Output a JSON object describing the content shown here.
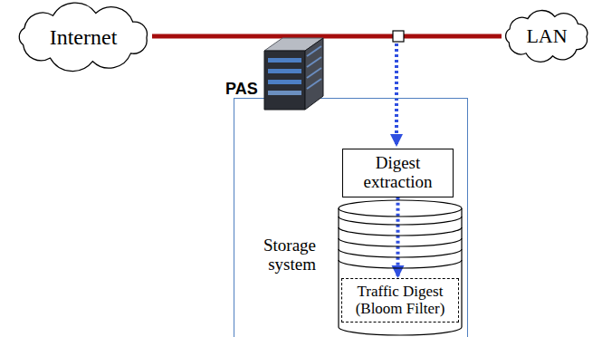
{
  "diagram": {
    "nodes": [
      {
        "text": [
          "Internet"
        ]
      },
      {
        "text": [
          "LAN"
        ]
      },
      {
        "text": [
          "PAS"
        ]
      },
      {
        "text": [
          "Digest extraction"
        ],
        "in": 2
      },
      {
        "text": [
          "Storage system"
        ],
        "in": 2
      },
      {
        "text": [
          "Traffic Digest (Bloom Filter)"
        ],
        "in": 4
      }
    ],
    "edges": [
      {
        "from": 0,
        "to": 1,
        "arrow": "none"
      },
      {
        "from": 3,
        "to": 5,
        "arrow": "to"
      }
    ]
  }
}
